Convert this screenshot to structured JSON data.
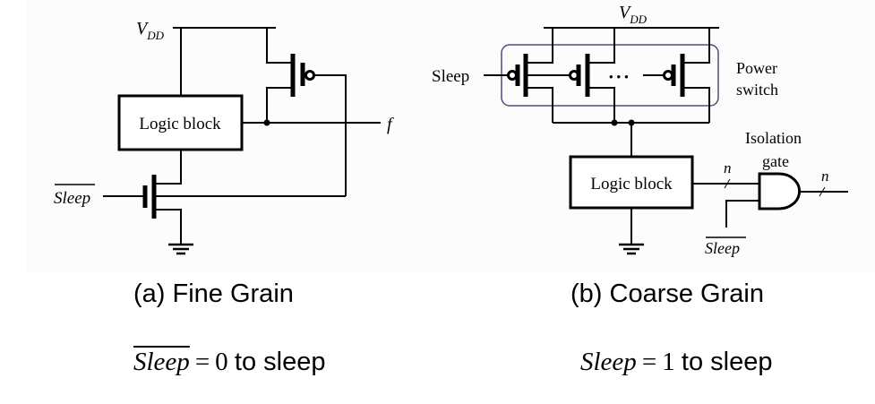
{
  "figure": {
    "panel_a": {
      "caption": "(a) Fine Grain",
      "vdd_label": "V",
      "vdd_sub": "DD",
      "logic_block_label": "Logic block",
      "output_label": "f",
      "sleep_input_label": "Sleep",
      "sleep_input_inverted": true,
      "formula": {
        "variable": "Sleep",
        "inverted": true,
        "equals": "=",
        "value": "0",
        "text": "to sleep"
      }
    },
    "panel_b": {
      "caption": "(b) Coarse Grain",
      "vdd_label": "V",
      "vdd_sub": "DD",
      "logic_block_label": "Logic block",
      "sleep_input_label": "Sleep",
      "power_switch_label_line1": "Power",
      "power_switch_label_line2": "switch",
      "isolation_label_line1": "Isolation",
      "isolation_label_line2": "gate",
      "bus_width_in": "n",
      "bus_width_out": "n",
      "isolation_sleep_label": "Sleep",
      "isolation_sleep_inverted": true,
      "ellipsis": "•••",
      "formula": {
        "variable": "Sleep",
        "inverted": false,
        "equals": "=",
        "value": "1",
        "text": "to sleep"
      }
    },
    "colors": {
      "power_switch_border": "#4a4f7e",
      "wire": "#000000",
      "background": "#ffffff"
    }
  }
}
